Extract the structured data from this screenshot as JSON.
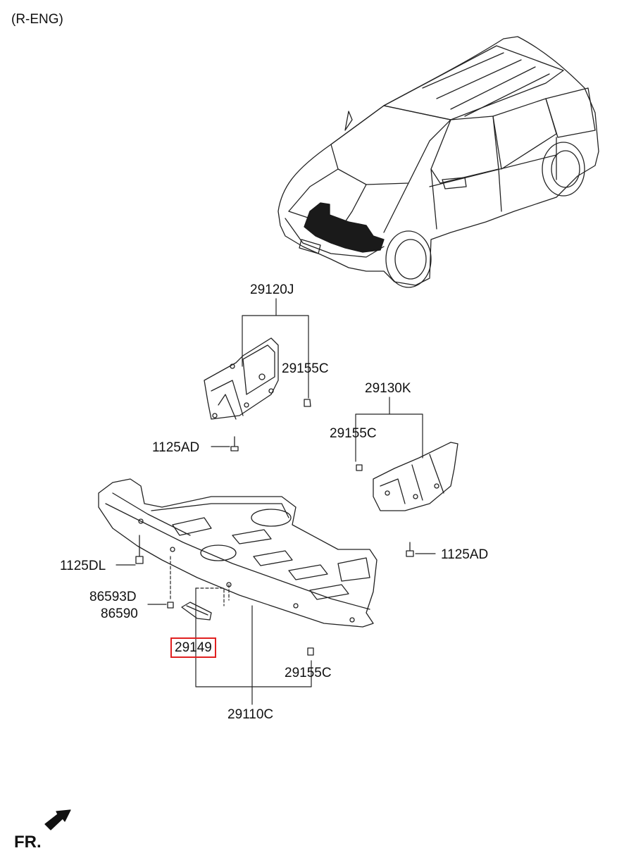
{
  "header": {
    "engine_code": "(R-ENG)"
  },
  "labels": {
    "p29120J": "29120J",
    "p29155C_a": "29155C",
    "p1125AD_a": "1125AD",
    "p29130K": "29130K",
    "p29155C_b": "29155C",
    "p1125AD_b": "1125AD",
    "p1125DL": "1125DL",
    "p86593D": "86593D",
    "p86590": "86590",
    "p29149": "29149",
    "p29155C_c": "29155C",
    "p29110C": "29110C"
  },
  "footer": {
    "front_indicator": "FR."
  },
  "colors": {
    "line": "#222222",
    "highlight": "#e02020",
    "fill_dark": "#1a1a1a"
  }
}
